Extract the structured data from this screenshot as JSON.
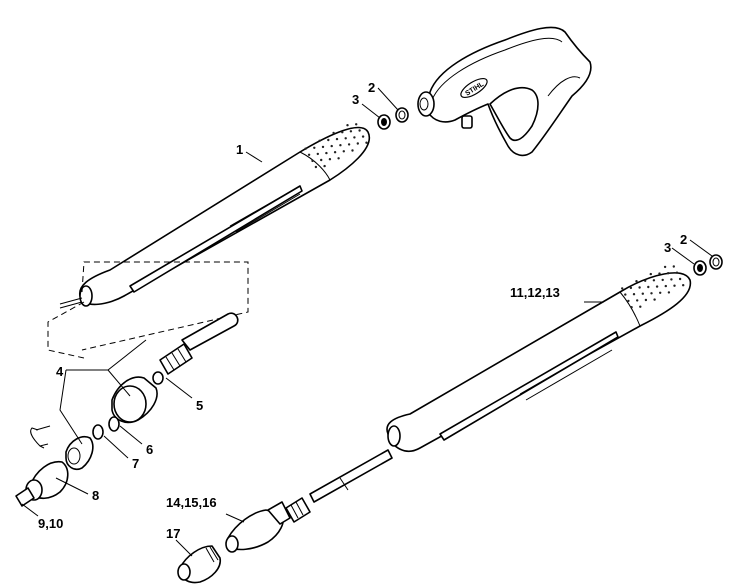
{
  "diagram": {
    "labels": {
      "l1": "1",
      "l2_top": "2",
      "l3_top": "3",
      "l2_right": "2",
      "l3_right": "3",
      "l4": "4",
      "l5": "5",
      "l6": "6",
      "l7": "7",
      "l8": "8",
      "l9_10": "9,10",
      "l11_12_13": "11,12,13",
      "l14_15_16": "14,15,16",
      "l17": "17"
    },
    "brand_mark": "STIHL"
  }
}
